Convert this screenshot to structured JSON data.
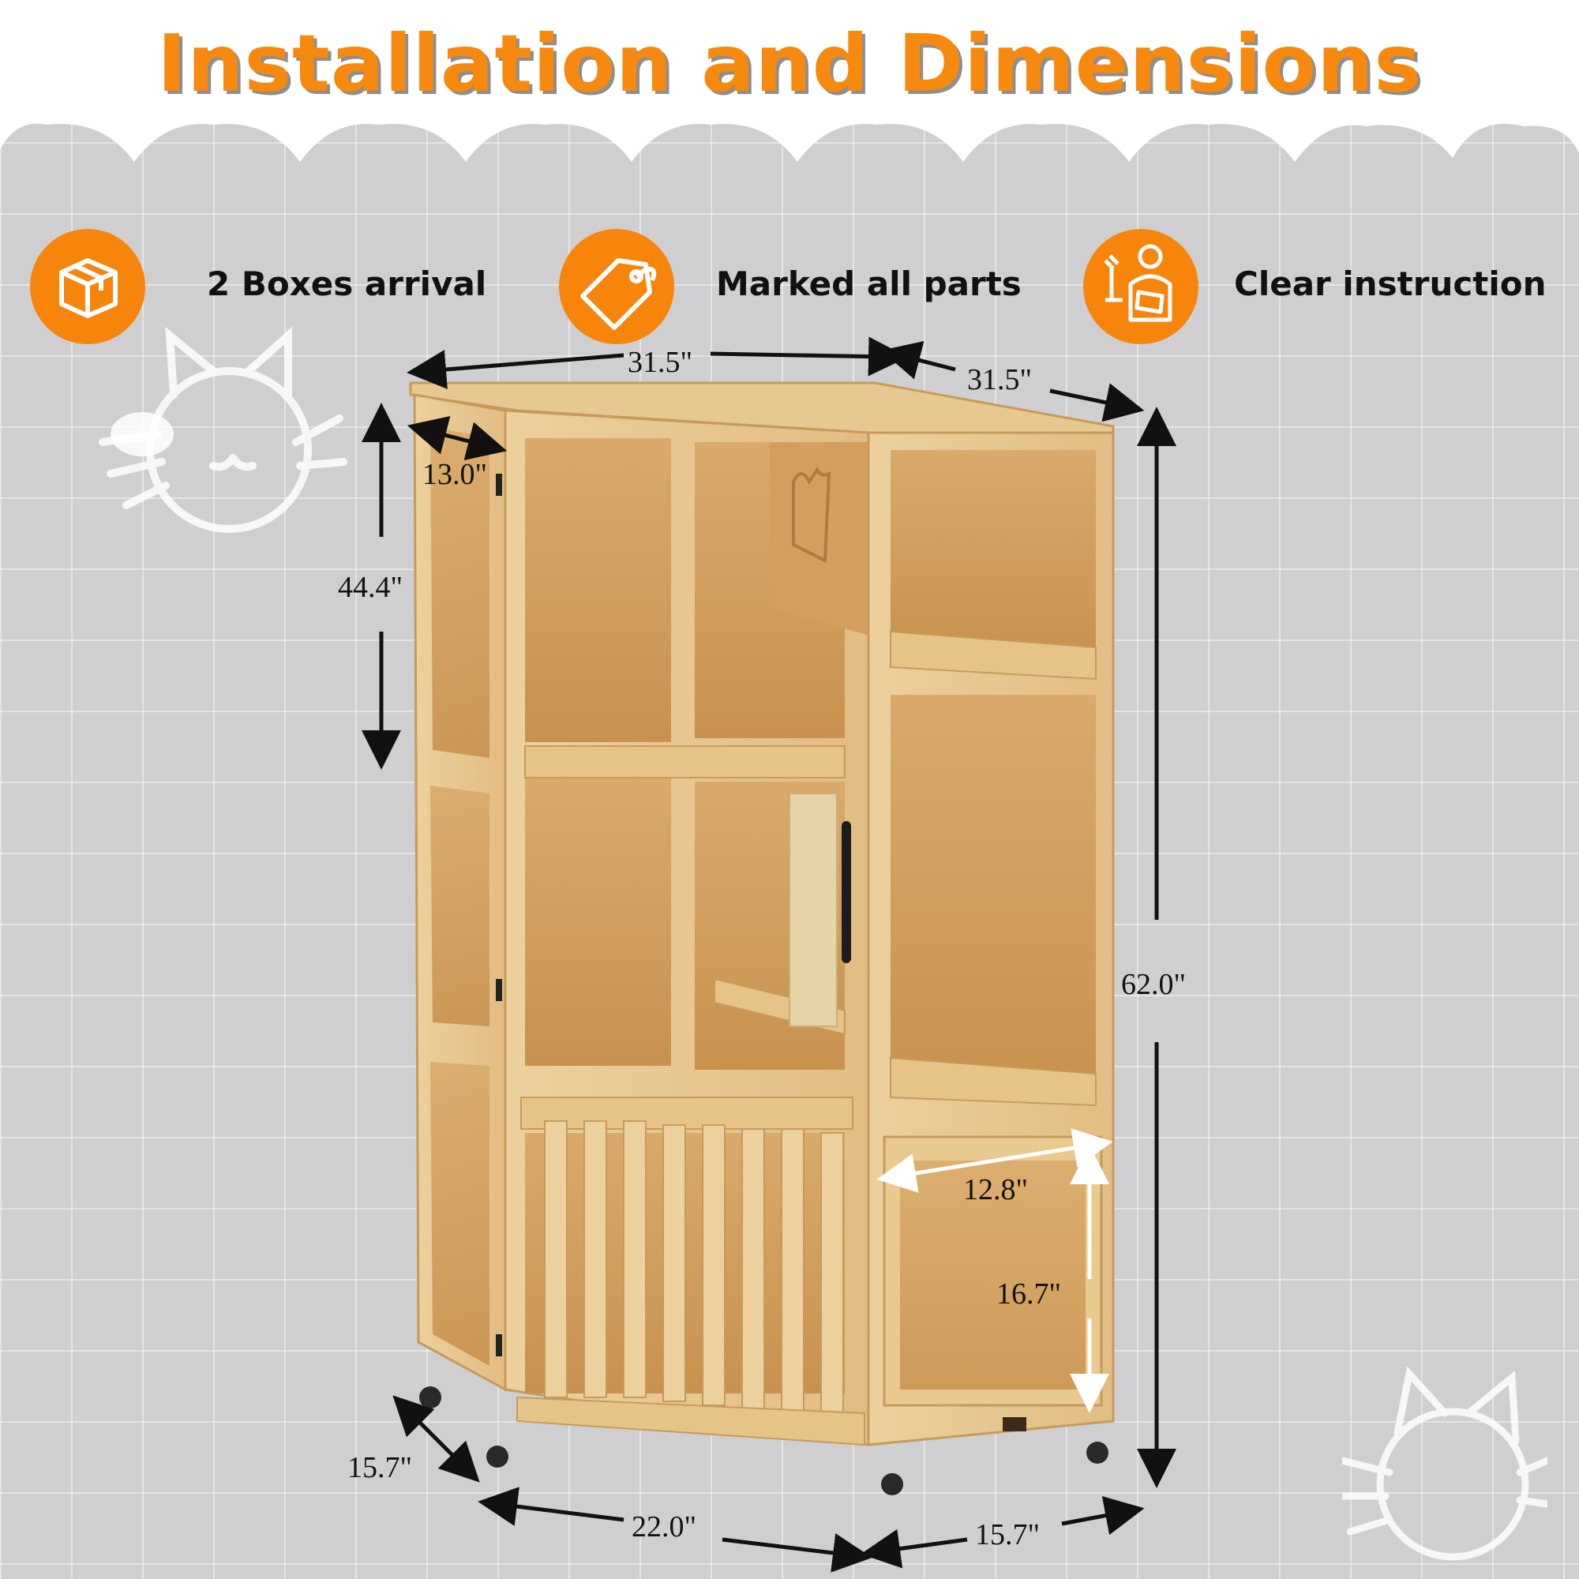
{
  "header": {
    "title": "Installation and Dimensions"
  },
  "features": [
    {
      "label": "2 Boxes arrival",
      "icon": "box-icon"
    },
    {
      "label": "Marked all parts",
      "icon": "tag-icon"
    },
    {
      "label": "Clear instruction",
      "icon": "worker-instruction-icon"
    }
  ],
  "dimensions": {
    "top_width": "31.5\"",
    "top_depth": "31.5\"",
    "side_door_width": "13.0\"",
    "side_door_height": "44.4\"",
    "total_height": "62.0\"",
    "front_door_width": "12.8\"",
    "front_door_height": "16.7\"",
    "bottom_left_side": "15.7\"",
    "bottom_front": "22.0\"",
    "bottom_right_side": "15.7\""
  },
  "colors": {
    "accent": "#f7850c",
    "wood": "#e5c48b",
    "background": "#cfcfd1"
  }
}
